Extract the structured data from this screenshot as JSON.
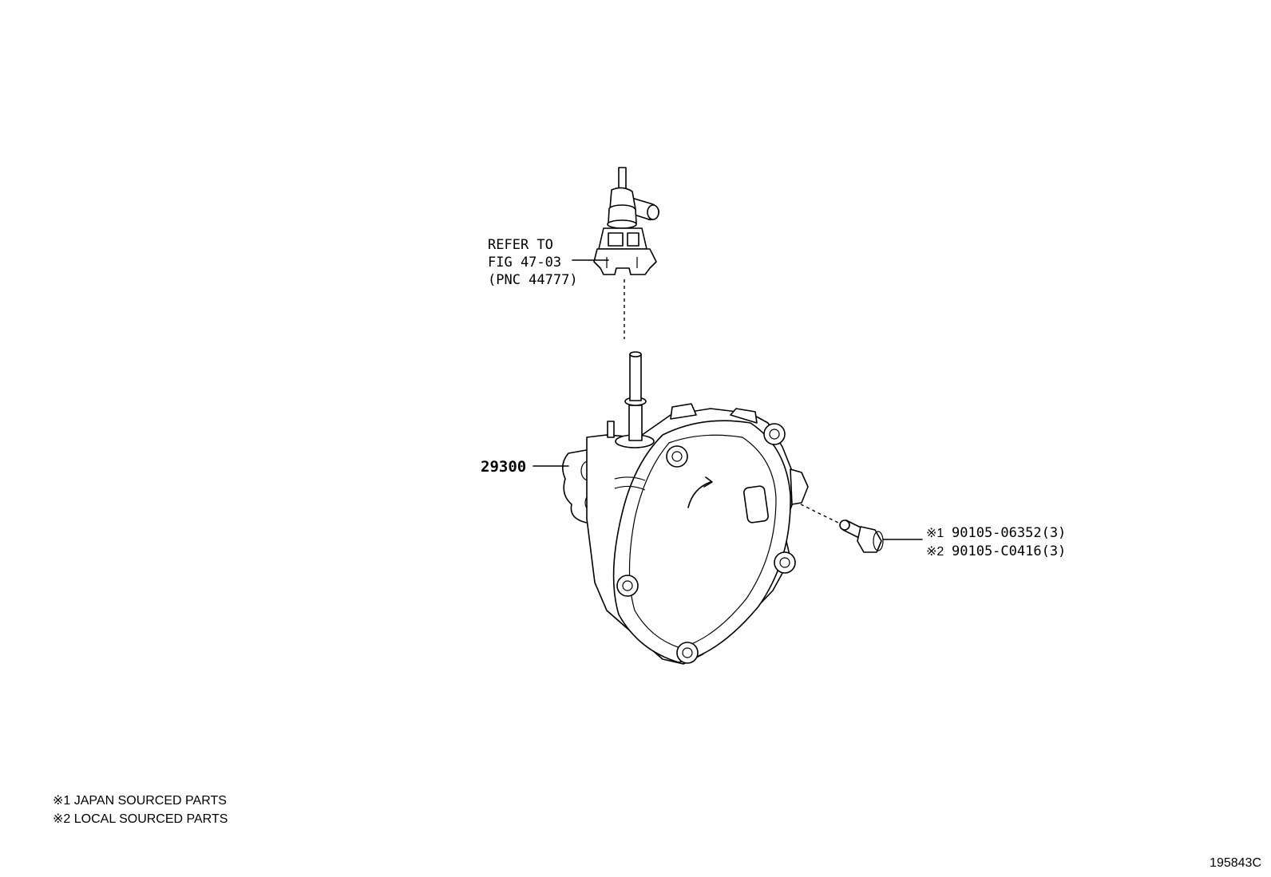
{
  "refer_label": {
    "line1": "REFER TO",
    "line2": "FIG 47-03",
    "line3": "(PNC 44777)"
  },
  "part_29300": "29300",
  "bolt": {
    "line1_mark": "※1",
    "line1_part": "90105-06352(3)",
    "line2_mark": "※2",
    "line2_part": "90105-C0416(3)"
  },
  "notes": [
    "※1 JAPAN SOURCED PARTS",
    "※2 LOCAL SOURCED PARTS"
  ],
  "figure_code": "195843C"
}
